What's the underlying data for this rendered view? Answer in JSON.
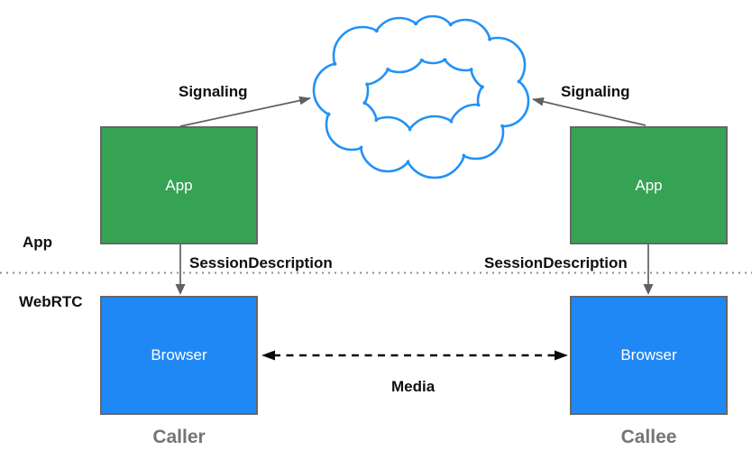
{
  "diagram": {
    "layer_app": "App",
    "layer_webrtc": "WebRTC",
    "signaling_left": "Signaling",
    "signaling_right": "Signaling",
    "session_left": "SessionDescription",
    "session_right": "SessionDescription",
    "media": "Media",
    "caller_app": "App",
    "callee_app": "App",
    "caller_browser": "Browser",
    "callee_browser": "Browser",
    "caller": "Caller",
    "callee": "Callee"
  },
  "icons": {
    "signaling_cloud": "cloud"
  },
  "colors": {
    "background": "#FFFFFF",
    "app_box_fill": "#35A254",
    "browser_box_fill": "#2088F4",
    "box_border": "#666666",
    "box_label_text": "#FFFFFF",
    "cloud_stroke": "#2191F7",
    "arrow_gray": "#606060",
    "arrow_black": "#0A0A0A",
    "divider": "#8C8C8C",
    "label_text": "#0F0F0F",
    "role_text": "#757575"
  }
}
